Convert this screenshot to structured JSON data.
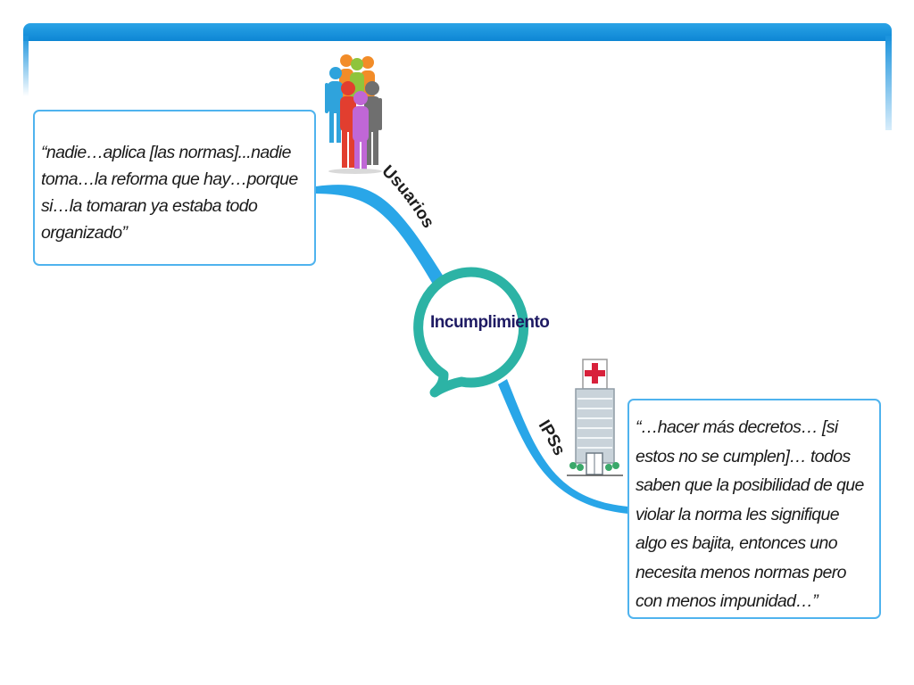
{
  "diagram": {
    "center": {
      "label": "Incumplimiento"
    },
    "branches": [
      {
        "label": "Usuarios",
        "icon": "people-group-icon",
        "quote": "“nadie…aplica [las normas]...nadie toma…la reforma que hay…porque si…la tomaran ya estaba todo organizado”"
      },
      {
        "label": "IPSs",
        "icon": "hospital-icon",
        "quote": "“…hacer más decretos… [si estos no se cumplen]… todos saben que la posibilidad de que violar la norma les signifique algo es bajita, entonces uno necesita menos normas pero con menos impunidad…”"
      }
    ]
  },
  "colors": {
    "frame": "#1a93dd",
    "connector": "#29a6e8",
    "box_border": "#4fb3ee",
    "center_ring": "#2cb3a5",
    "center_text": "#1e1a63",
    "hospital_cross": "#d8213b"
  }
}
